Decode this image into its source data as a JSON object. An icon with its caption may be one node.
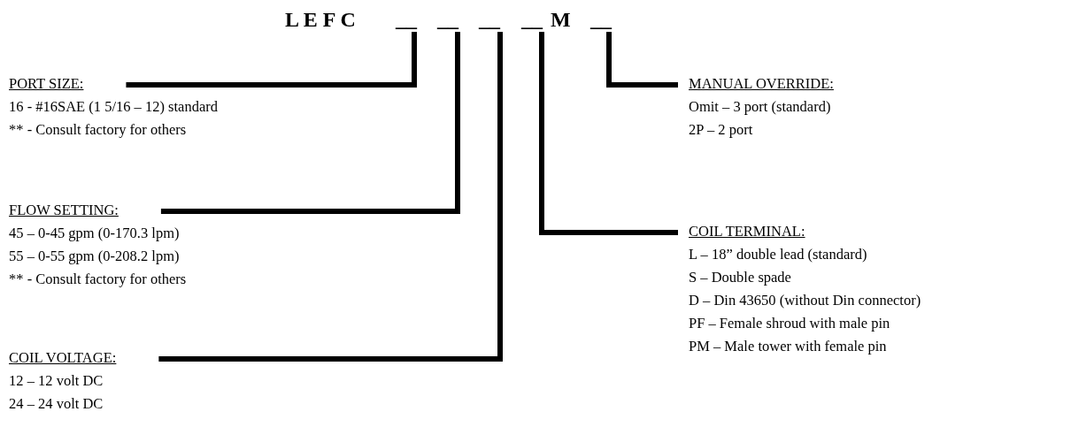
{
  "diagram": {
    "nodes": [
      {
        "text": [
          "L E F C"
        ]
      },
      {
        "text": [
          "__"
        ]
      },
      {
        "text": [
          "__"
        ]
      },
      {
        "text": [
          "__"
        ]
      },
      {
        "text": [
          "__"
        ]
      },
      {
        "text": [
          "M"
        ]
      },
      {
        "text": [
          "__"
        ]
      },
      {
        "text": [
          "PORT SIZE:",
          "16 - #16SAE (1 5/16 – 12) standard",
          "** - Consult factory for others"
        ]
      },
      {
        "text": [
          "FLOW SETTING:",
          "45 – 0-45 gpm (0-170.3 lpm)",
          "55 – 0-55 gpm (0-208.2 lpm)",
          "** - Consult factory for others"
        ]
      },
      {
        "text": [
          "COIL VOLTAGE:",
          "12 – 12 volt DC",
          "24 – 24 volt DC"
        ]
      },
      {
        "text": [
          "MANUAL OVERRIDE:",
          "Omit – 3 port (standard)",
          "2P – 2 port"
        ]
      },
      {
        "text": [
          "COIL TERMINAL:",
          "L – 18” double lead (standard)",
          "S – Double spade",
          "D – Din 43650 (without Din connector)",
          "PF – Female shroud with male pin",
          "PM – Male tower with female pin"
        ]
      }
    ],
    "edges": [
      {
        "from": 7,
        "to": 1,
        "arrow": "none"
      },
      {
        "from": 8,
        "to": 2,
        "arrow": "none"
      },
      {
        "from": 9,
        "to": 3,
        "arrow": "none"
      },
      {
        "from": 11,
        "to": 4,
        "arrow": "none"
      },
      {
        "from": 10,
        "to": 6,
        "arrow": "none"
      }
    ]
  }
}
